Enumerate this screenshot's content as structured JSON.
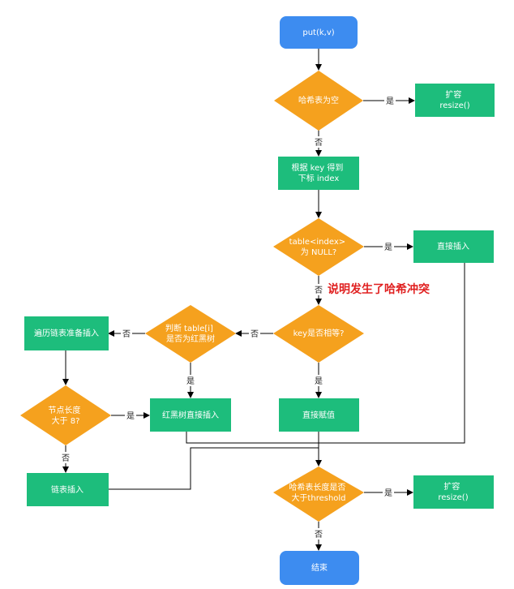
{
  "colors": {
    "terminal": "#3d8cf0",
    "decision": "#f5a11e",
    "process": "#1dbd7c",
    "edge": "#000000",
    "note": "#e02020"
  },
  "nodes": {
    "start": [
      "put(k,v)"
    ],
    "table_empty": [
      "哈希表为空"
    ],
    "resize_top": [
      "扩容",
      "resize()"
    ],
    "get_index": [
      "根据 key 得到",
      "下标 index"
    ],
    "slot_null": [
      "table<index>",
      "为 NULL?"
    ],
    "direct_insert": [
      "直接插入"
    ],
    "key_equal": [
      "key是否相等?"
    ],
    "is_tree": [
      "判断 table[i]",
      "是否为红黑树"
    ],
    "traverse_list": [
      "遍历链表准备插入"
    ],
    "node_length": [
      "节点长度",
      "大于 8?"
    ],
    "tree_insert": [
      "红黑树直接插入"
    ],
    "direct_assign": [
      "直接赋值"
    ],
    "list_insert": [
      "链表插入"
    ],
    "over_threshold": [
      "哈希表长度是否",
      "大于threshold"
    ],
    "resize_bottom": [
      "扩容",
      "resize()"
    ],
    "end": [
      "结束"
    ]
  },
  "labels": {
    "yes": "是",
    "no": "否"
  },
  "note": "说明发生了哈希冲突"
}
